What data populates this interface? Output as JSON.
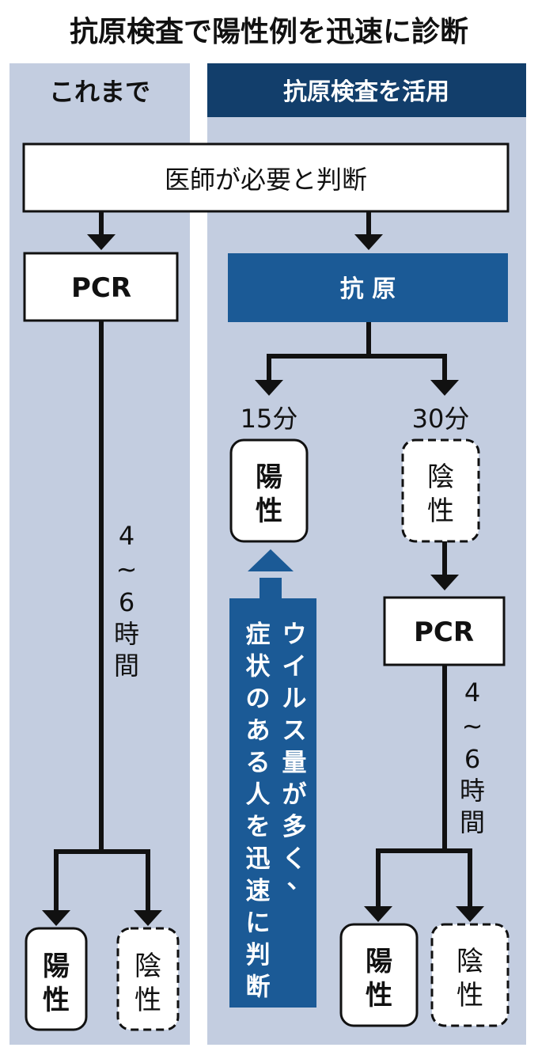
{
  "title": "抗原検査で陽性例を迅速に診断",
  "colors": {
    "panel_bg": "#c3cde0",
    "header_dark": "#123e6b",
    "antigen_box": "#1b5a96",
    "line": "#111111",
    "box_bg": "#ffffff"
  },
  "left": {
    "header": "これまで",
    "test": "PCR",
    "duration": [
      "4",
      "~",
      "6",
      "時",
      "間"
    ],
    "positive": [
      "陽",
      "性"
    ],
    "negative": [
      "陰",
      "性"
    ]
  },
  "shared": {
    "start": "医師が必要と判断"
  },
  "right": {
    "header": "抗原検査を活用",
    "test": "抗 原",
    "positive_time": "15分",
    "negative_time": "30分",
    "positive": [
      "陽",
      "性"
    ],
    "negative": [
      "陰",
      "性"
    ],
    "followup_test": "PCR",
    "duration": [
      "4",
      "~",
      "6",
      "時",
      "間"
    ],
    "final_positive": [
      "陽",
      "性"
    ],
    "final_negative": [
      "陰",
      "性"
    ],
    "note_col1": [
      "ウ",
      "イ",
      "ル",
      "ス",
      "量",
      "が",
      "多",
      "く",
      "、"
    ],
    "note_col2": [
      "症",
      "状",
      "の",
      "あ",
      "る",
      "人",
      "を",
      "迅",
      "速",
      "に",
      "判",
      "断"
    ]
  }
}
